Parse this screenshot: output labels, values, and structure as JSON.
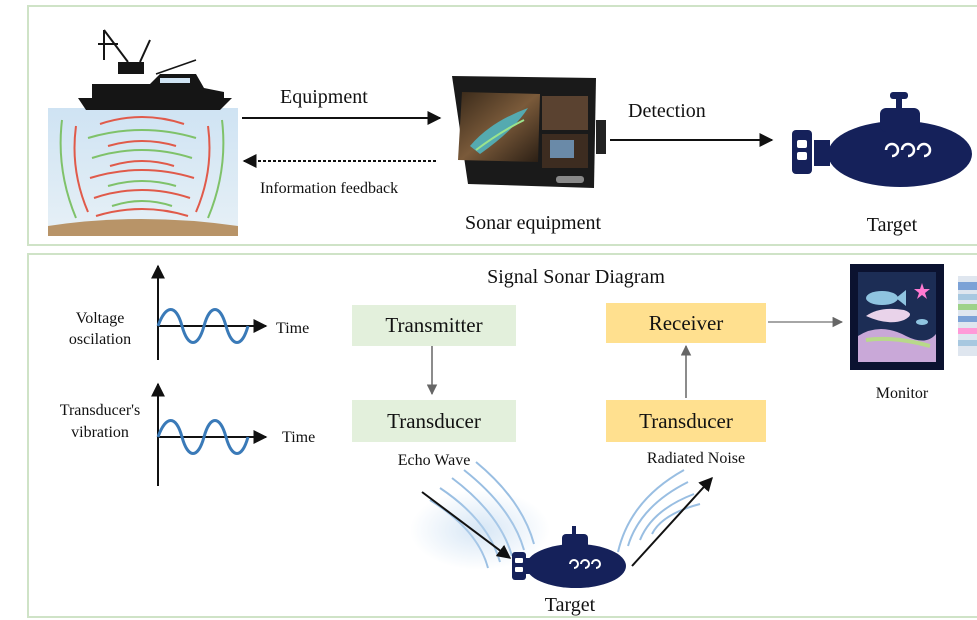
{
  "top": {
    "equipment_label": "Equipment",
    "feedback_label": "Information feedback",
    "detection_label": "Detection",
    "sonar_label": "Sonar equipment",
    "target_label": "Target"
  },
  "bottom": {
    "title": "Signal Sonar Diagram",
    "voltage_label_line1": "Voltage",
    "voltage_label_line2": "oscilation",
    "transducer_vib_line1": "Transducer's",
    "transducer_vib_line2": "vibration",
    "time_label_1": "Time",
    "time_label_2": "Time",
    "transmitter": "Transmitter",
    "transducer_left": "Transducer",
    "echo_wave": "Echo Wave",
    "receiver": "Receiver",
    "transducer_right": "Transducer",
    "radiated_noise": "Radiated Noise",
    "monitor_label": "Monitor",
    "target_label": "Target"
  },
  "colors": {
    "panel_border": "#cfe3c7",
    "box_green": "#e3f0dc",
    "box_yellow": "#ffe08f",
    "sub_navy": "#15215a",
    "wave_blue": "#3a7ab8",
    "sonar_red": "#e05a4a",
    "sonar_green": "#7fc26a"
  },
  "icons": [
    "ship-icon",
    "sonar-screen-icon",
    "submarine-icon",
    "monitor-icon",
    "sine-wave-icon"
  ]
}
